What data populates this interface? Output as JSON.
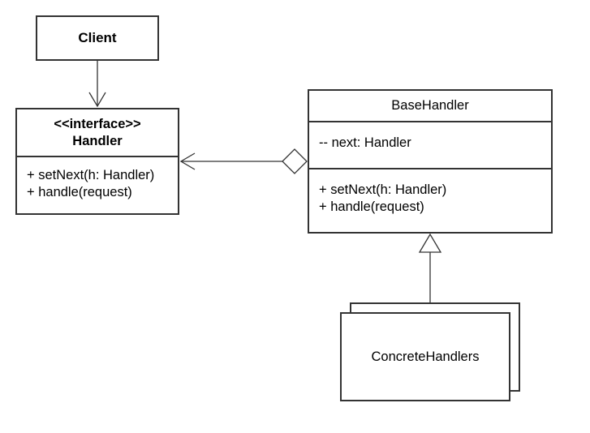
{
  "client": {
    "label": "Client"
  },
  "handler": {
    "stereotype": "<<interface>>",
    "name": "Handler",
    "operations": [
      "+ setNext(h: Handler)",
      "+ handle(request)"
    ]
  },
  "base_handler": {
    "name": "BaseHandler",
    "attributes": [
      "-- next: Handler"
    ],
    "operations": [
      "+ setNext(h: Handler)",
      "+ handle(request)"
    ]
  },
  "concrete_handlers": {
    "label": "ConcreteHandlers"
  }
}
